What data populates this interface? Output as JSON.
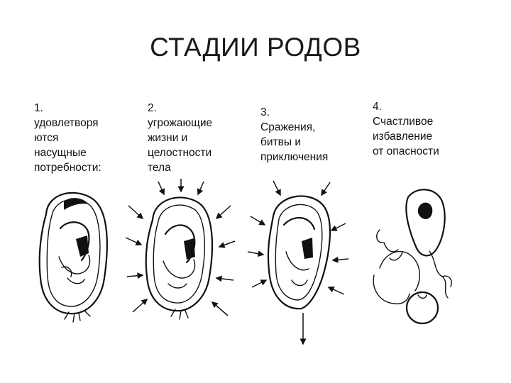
{
  "title": "СТАДИИ РОДОВ",
  "stages": [
    {
      "caption": "1.\nудовлетворя\nются\nнасущные\nпотребности:"
    },
    {
      "caption": "2.\nугрожающие\nжизни и\nцелостности\nтела"
    },
    {
      "caption": "3.\nСражения,\nбитвы и\nприключения"
    },
    {
      "caption": "4.\nСчастливое\nизбавление\nот опасности"
    }
  ]
}
